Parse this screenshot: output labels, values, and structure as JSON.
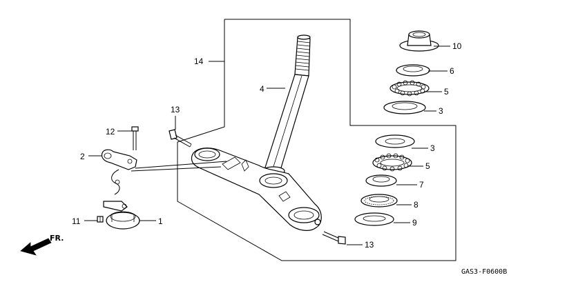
{
  "diagram": {
    "code": "GAS3-F0600B",
    "direction_label": "FR.",
    "callouts": [
      {
        "id": "c14",
        "label": "14"
      },
      {
        "id": "c4",
        "label": "4"
      },
      {
        "id": "c13a",
        "label": "13"
      },
      {
        "id": "c12",
        "label": "12"
      },
      {
        "id": "c2",
        "label": "2"
      },
      {
        "id": "c11",
        "label": "11"
      },
      {
        "id": "c1",
        "label": "1"
      },
      {
        "id": "c10",
        "label": "10"
      },
      {
        "id": "c6",
        "label": "6"
      },
      {
        "id": "c5a",
        "label": "5"
      },
      {
        "id": "c3a",
        "label": "3"
      },
      {
        "id": "c3b",
        "label": "3"
      },
      {
        "id": "c5b",
        "label": "5"
      },
      {
        "id": "c7",
        "label": "7"
      },
      {
        "id": "c8",
        "label": "8"
      },
      {
        "id": "c9",
        "label": "9"
      },
      {
        "id": "c13b",
        "label": "13"
      }
    ]
  }
}
